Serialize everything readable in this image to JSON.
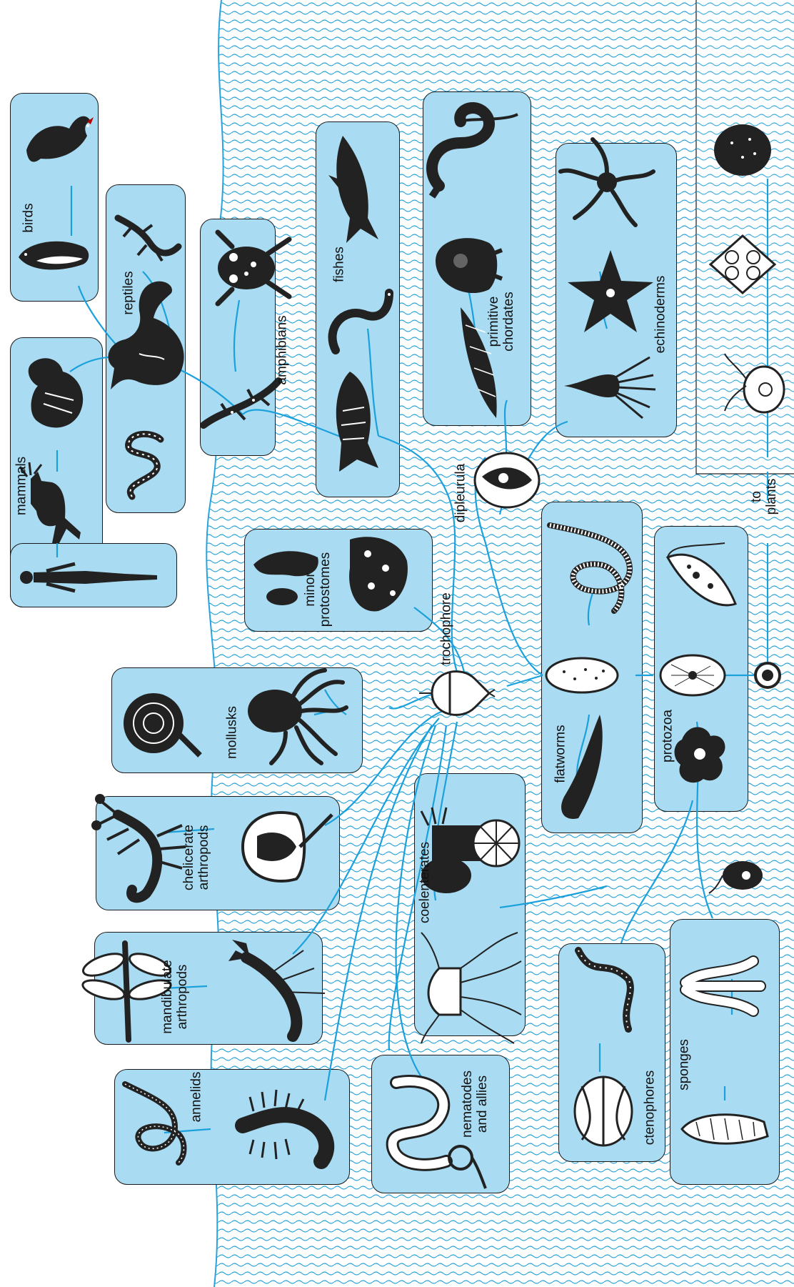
{
  "palette": {
    "water": "#29a3dd",
    "box_fill": "#a9dcf2",
    "outline": "#1a1a1a",
    "link": "#1aa1dc"
  },
  "labels": {
    "birds": "birds",
    "reptiles": "reptiles",
    "mammals": "mammals",
    "amphibians": "amphibians",
    "fishes": "fishes",
    "primitive_chordates": "primitive\nchordates",
    "echinoderms": "echinoderms",
    "dipleurula": "dipleurula",
    "minor_protostomes": "minor\nprotostomes",
    "trochophore": "trochophore",
    "mollusks": "mollusks",
    "chelicerate_arthropods": "chelicerate\narthropods",
    "mandibulate_arthropods": "mandibulate\narthropods",
    "annelids": "annelids",
    "nematodes_and_allies": "nematodes\nand allies",
    "coelenterates": "coelenterates",
    "ctenophores": "ctenophores",
    "sponges": "sponges",
    "flatworms": "flatworms",
    "protozoa": "protozoa",
    "to_plants": "to\nplants"
  },
  "icons": [
    "rooster-icon",
    "penguin-icon",
    "lizard-icon",
    "dinosaur-icon",
    "snake-icon",
    "platypus-icon",
    "deer-icon",
    "human-icon",
    "frog-icon",
    "salamander-icon",
    "shark-icon",
    "eel-icon",
    "coelacanth-icon",
    "lancelet-icon",
    "tunicate-icon",
    "acorn-worm-icon",
    "brittle-star-icon",
    "starfish-icon",
    "sea-lily-icon",
    "dipleurula-larva-icon",
    "minor-protostome-icon",
    "trochophore-larva-icon",
    "snail-icon",
    "octopus-icon",
    "scorpion-icon",
    "horseshoe-crab-icon",
    "dragonfly-icon",
    "lobster-icon",
    "earthworm-icon",
    "polychaete-icon",
    "nematode-icon",
    "sea-anemone-icon",
    "jellyfish-icon",
    "comb-jelly-icon",
    "sponge-icon",
    "tapeworm-icon",
    "planarian-icon",
    "euglena-icon",
    "paramecium-icon",
    "amoeba-icon",
    "flagellate-icon",
    "spore-icon",
    "volvox-icon",
    "diatom-icon",
    "chlamydomonas-icon",
    "ancestral-cell-icon"
  ]
}
